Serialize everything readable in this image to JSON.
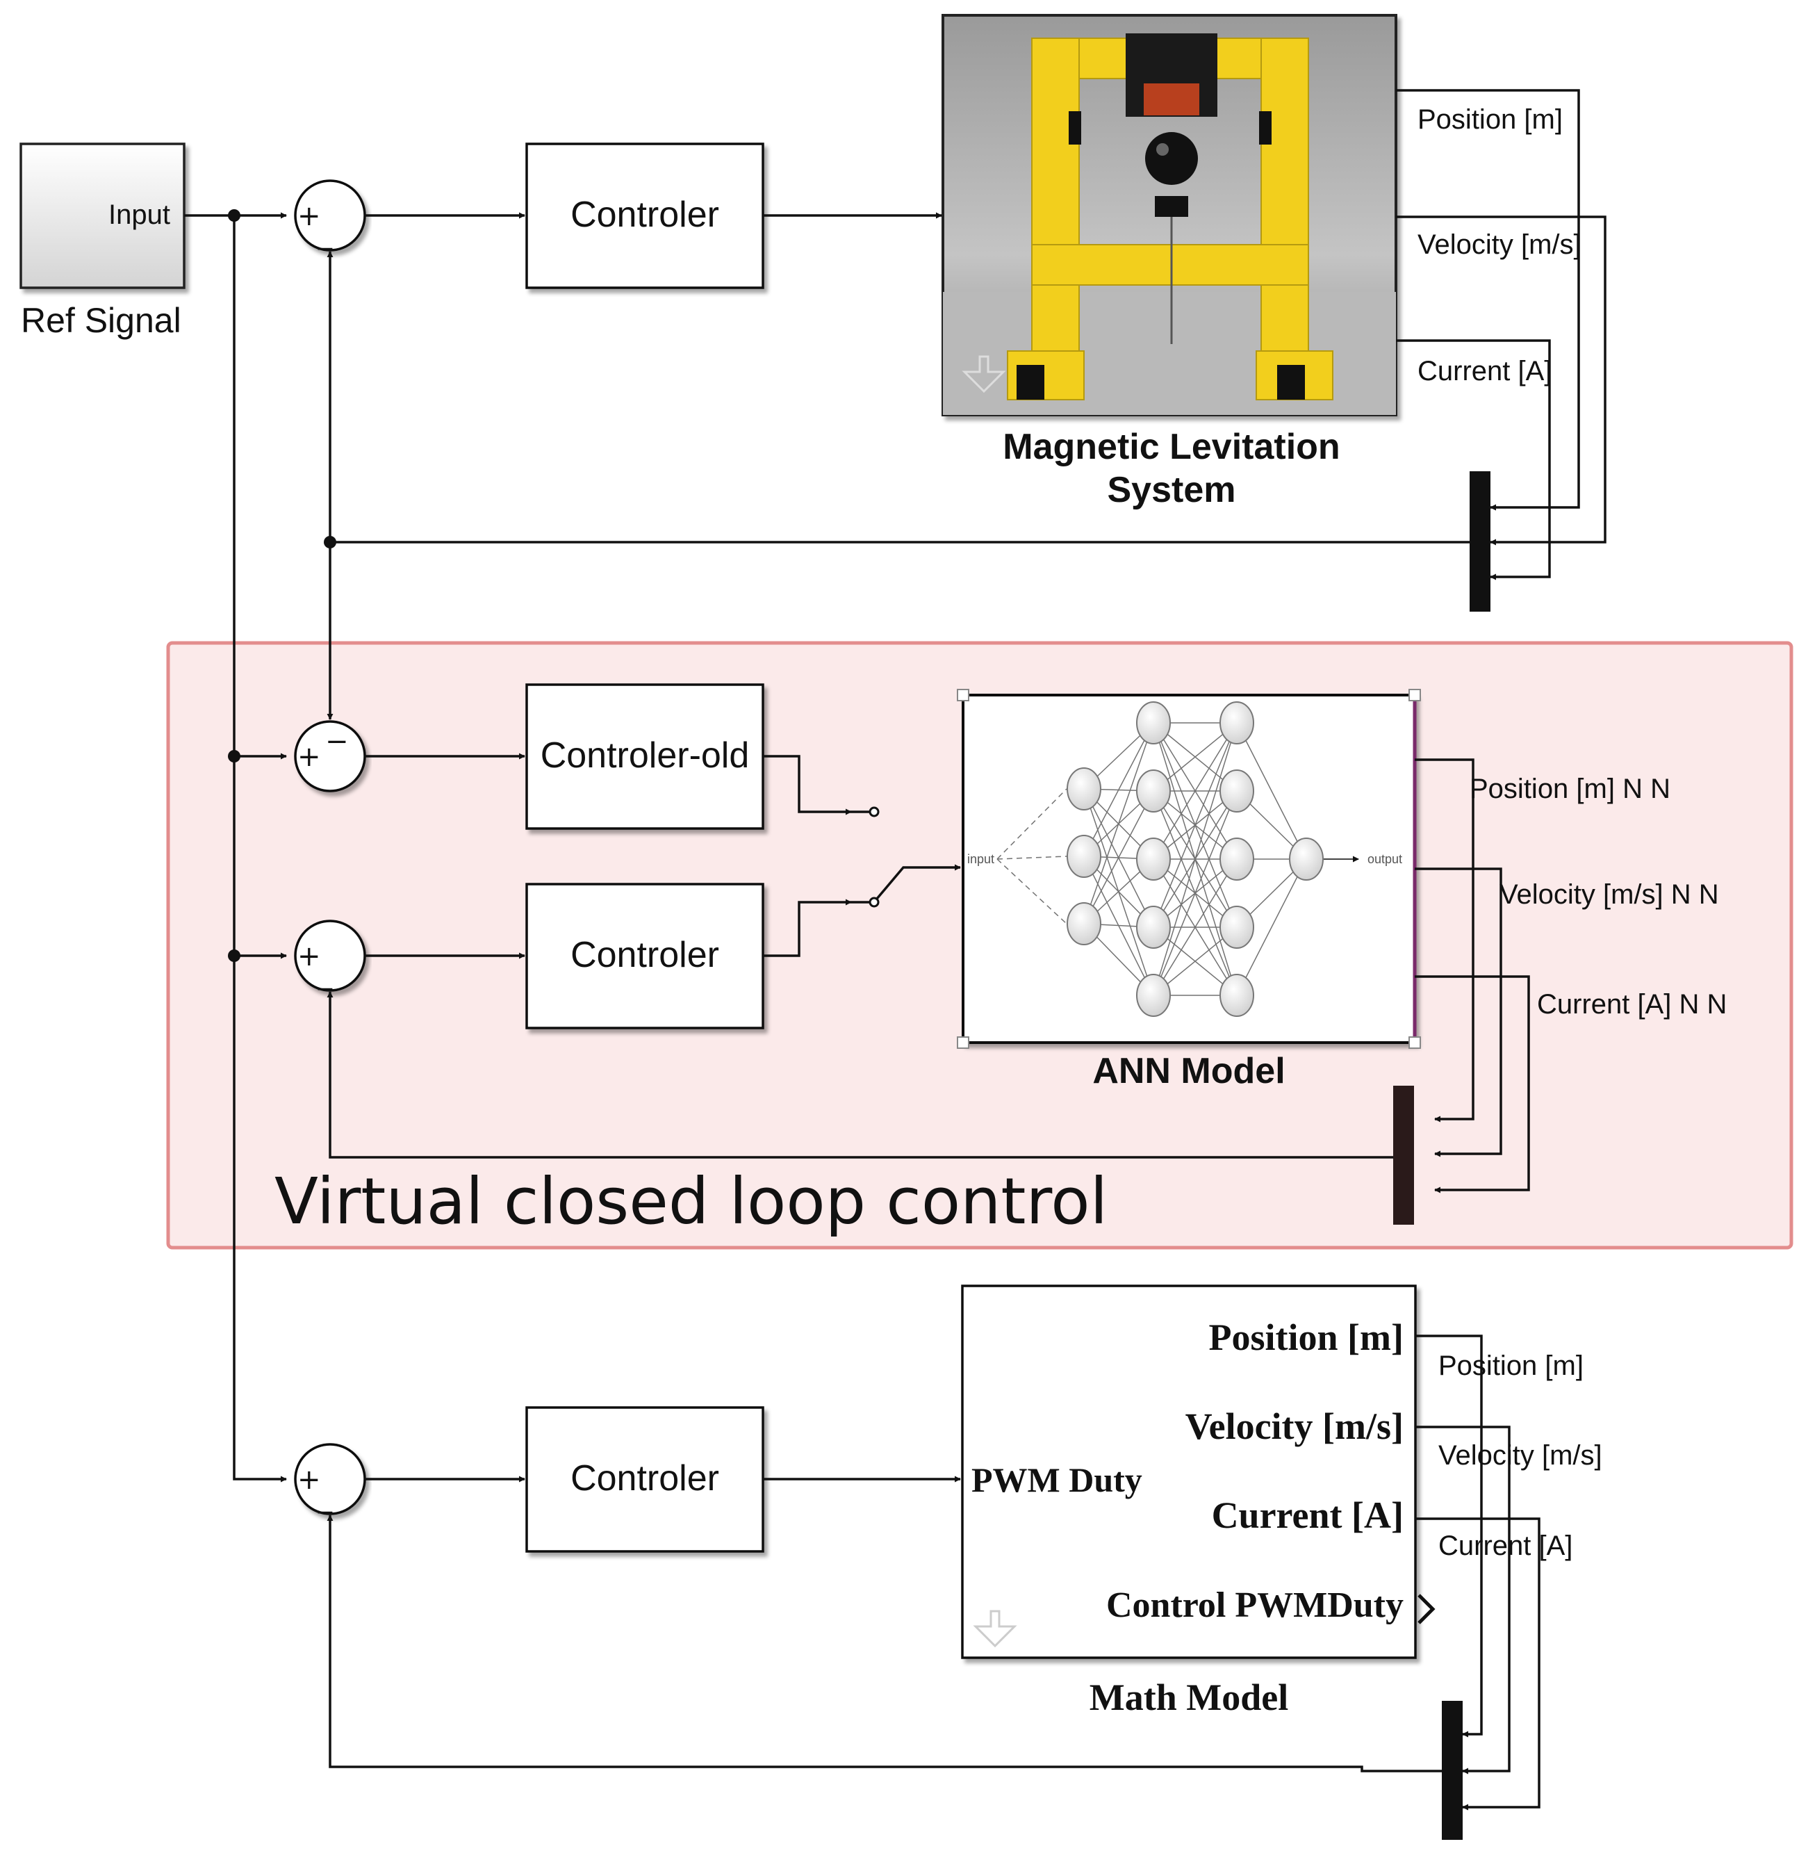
{
  "ref_block": {
    "port_label": "Input",
    "name": "Ref Signal"
  },
  "top_loop": {
    "controller": "Controler",
    "plant_name_line1": "Magnetic Levitation",
    "plant_name_line2": "System",
    "outputs": [
      "Position [m]",
      "Velocity [m/s]",
      "Current [A]"
    ]
  },
  "virtual_loop": {
    "title": "Virtual closed loop control",
    "controller_old": "Controler-old",
    "controller": "Controler",
    "ann_name": "ANN Model",
    "ann_input_label": "input",
    "ann_output_label": "output",
    "outputs": [
      "Position [m] N N",
      "Velocity [m/s] N N",
      "Current [A] N N"
    ]
  },
  "bottom_loop": {
    "controller": "Controler",
    "math_model_name": "Math Model",
    "math_inport": "PWM Duty",
    "math_outports": [
      "Position [m]",
      "Velocity [m/s]",
      "Current [A]",
      "Control PWMDuty"
    ],
    "outputs": [
      "Position [m]",
      "Velocity [m/s]",
      "Current [A]"
    ]
  },
  "colors": {
    "virtual_region_fill": "#fbeaea",
    "virtual_region_border": "#e38d8d",
    "plant_frame": "#f2cf1d",
    "mux_fill": "#111111",
    "ann_border_accent": "#7a2a6a"
  },
  "icons": [
    "sum-junction-icon",
    "mux-icon",
    "switch-icon",
    "maglev-photo-icon",
    "neural-network-icon",
    "subsystem-arrow-icon"
  ]
}
